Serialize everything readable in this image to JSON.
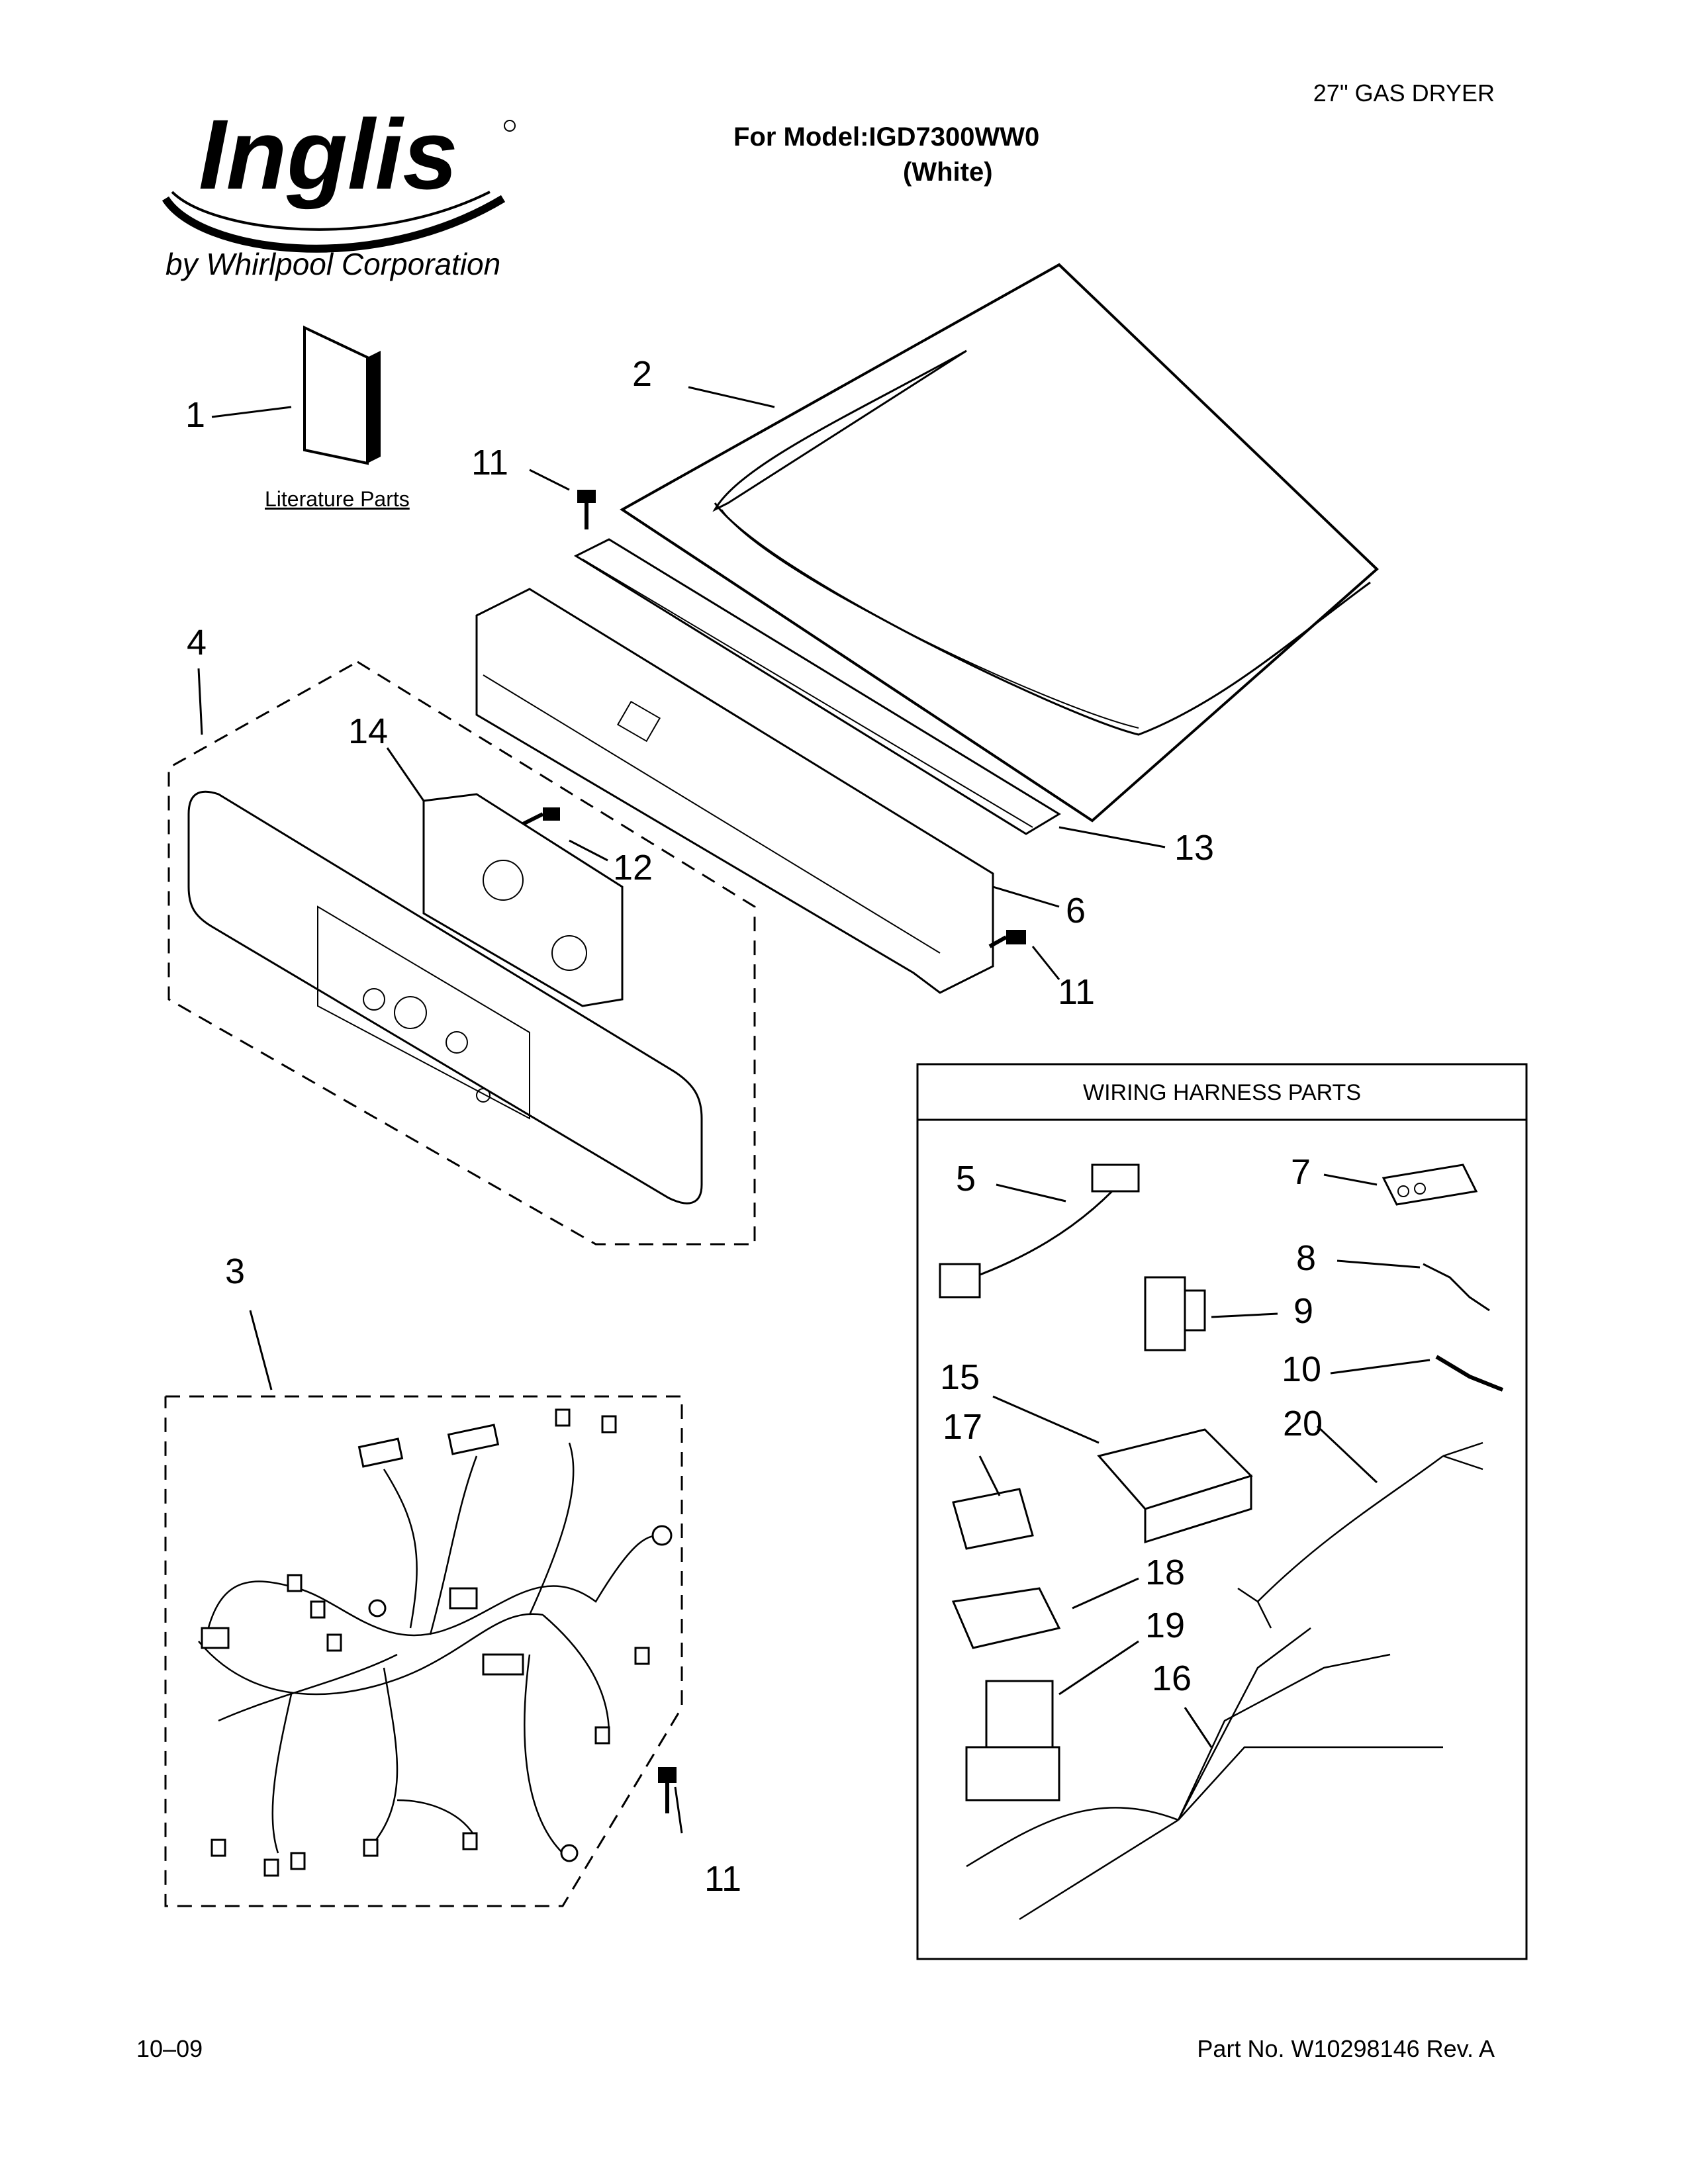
{
  "header": {
    "product": "27\" GAS DRYER",
    "model_line": "For Model:IGD7300WW0",
    "color_line": "(White)",
    "brand": "Inglis",
    "brand_sub": "by Whirlpool Corporation"
  },
  "literature_label": "Literature Parts",
  "harness_box_title": "WIRING HARNESS PARTS",
  "callouts": {
    "c1": "1",
    "c2": "2",
    "c3": "3",
    "c4": "4",
    "c5": "5",
    "c6": "6",
    "c7": "7",
    "c8": "8",
    "c9": "9",
    "c10": "10",
    "c11a": "11",
    "c11b": "11",
    "c11c": "11",
    "c12": "12",
    "c13": "13",
    "c14": "14",
    "c15": "15",
    "c16": "16",
    "c17": "17",
    "c18": "18",
    "c19": "19",
    "c20": "20"
  },
  "footer": {
    "date": "10–09",
    "part_no": "Part No. W10298146 Rev. A"
  }
}
